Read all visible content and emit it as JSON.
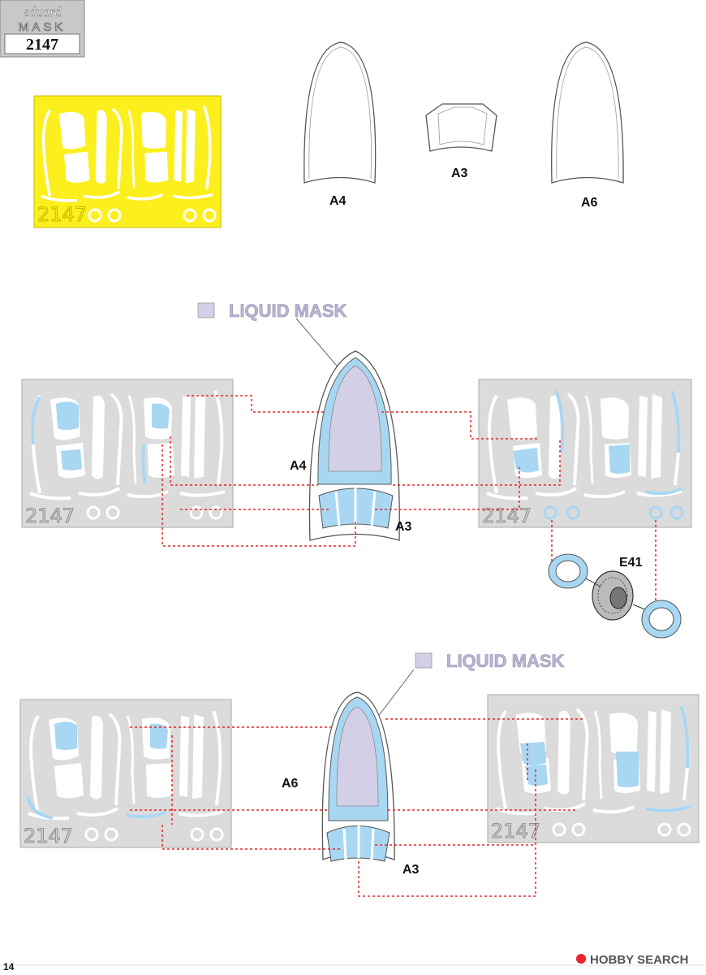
{
  "header": {
    "brand_top": "eduard",
    "brand_bottom": "MASK",
    "set_number": "2147"
  },
  "parts": {
    "a4": "A4",
    "a3": "A3",
    "a6": "A6",
    "e41": "E41"
  },
  "liquid_mask_label": "LIQUID MASK",
  "sheet_number": "2147",
  "footer": {
    "page_number": "14",
    "watermark": "HOBBY SEARCH"
  },
  "colors": {
    "mask_yellow": "#fcef1e",
    "mask_blue": "#a8d7f3",
    "liquid_mask": "#d3cfe7",
    "sheet_gray": "#dbdbdb",
    "guide_red": "#e8252a"
  }
}
